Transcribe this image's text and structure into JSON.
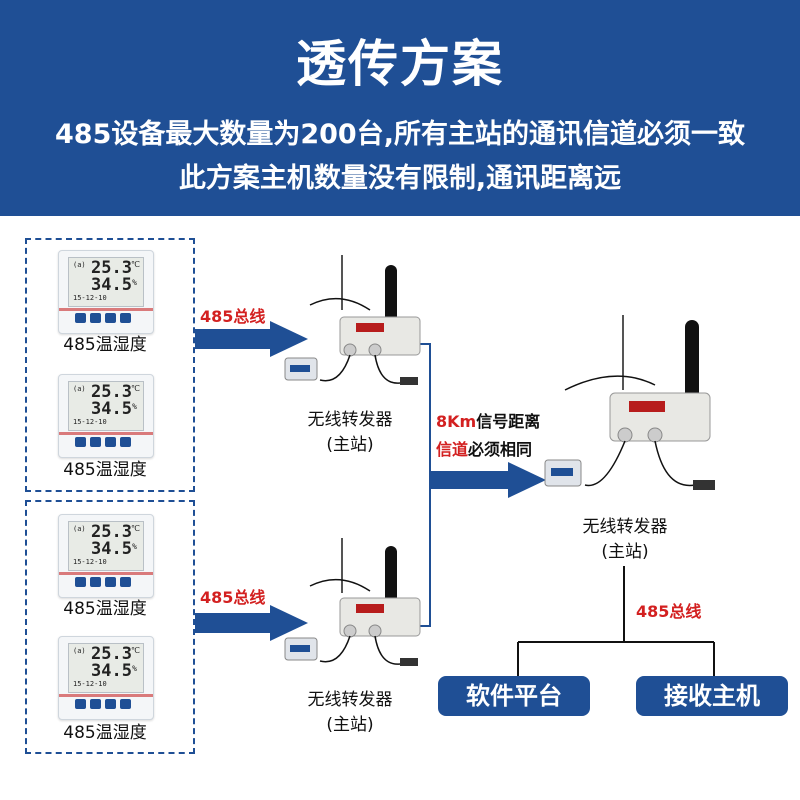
{
  "header": {
    "title": "透传方案",
    "subtitle_line1": "485设备最大数量为200台,所有主站的通讯信道必须一致",
    "subtitle_line2": "此方案主机数量没有限制,通讯距离远"
  },
  "sensor": {
    "label": "485温湿度",
    "temp": "25.3",
    "temp_unit": "℃",
    "humidity": "34.5",
    "humidity_unit": "%",
    "date": "15-12-10",
    "mode": "(a)"
  },
  "bus_label": "485总线",
  "repeater": {
    "label_line1": "无线转发器",
    "label_line2": "(主站)"
  },
  "distance_info": {
    "distance": "8Km",
    "distance_text": "信号距离",
    "channel": "信道",
    "channel_text": "必须相同"
  },
  "bottom_bus_label": "485总线",
  "endpoints": {
    "software": "软件平台",
    "host": "接收主机"
  },
  "colors": {
    "header_bg": "#1f4f95",
    "accent_red": "#d32020"
  }
}
